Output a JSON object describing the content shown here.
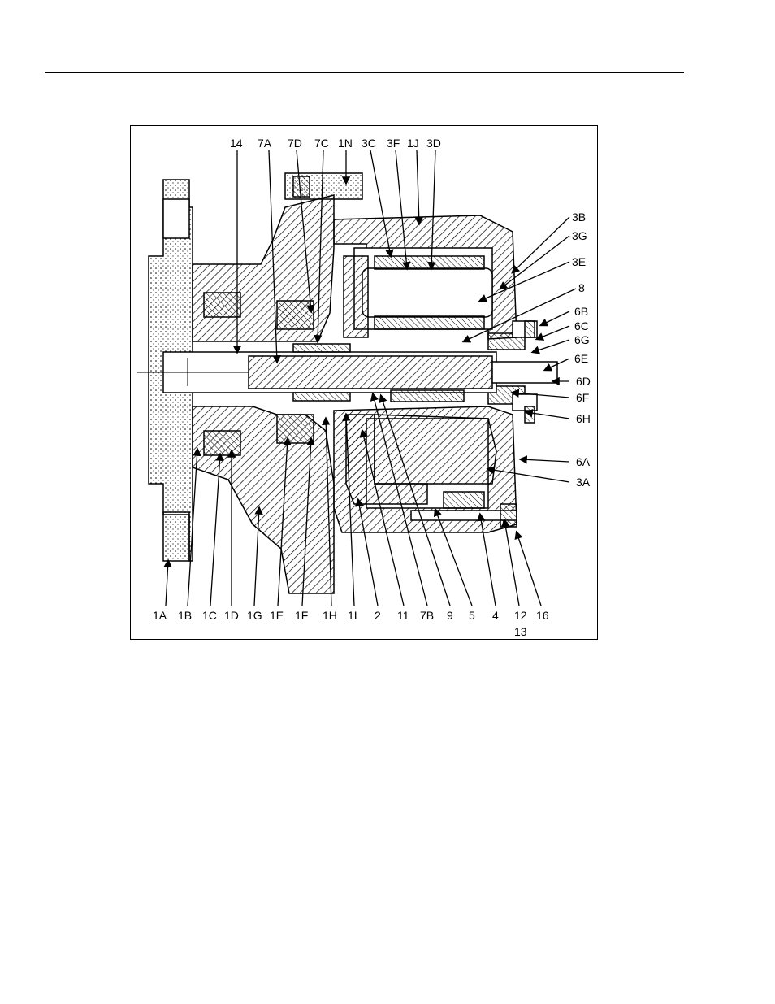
{
  "figure": {
    "top_labels": [
      "14",
      "7A",
      "7D",
      "7C",
      "1N",
      "3C",
      "3F",
      "1J",
      "3D"
    ],
    "right_labels": [
      "3B",
      "3G",
      "3E",
      "8",
      "6B",
      "6C",
      "6G",
      "6E",
      "6D",
      "6F",
      "6H",
      "6A",
      "3A"
    ],
    "bottom_labels": [
      "1A",
      "1B",
      "1C",
      "1D",
      "1G",
      "1E",
      "1F",
      "1H",
      "1I",
      "2",
      "11",
      "7B",
      "9",
      "5",
      "4",
      "12",
      "16"
    ],
    "bottom_sublabel": "13"
  }
}
